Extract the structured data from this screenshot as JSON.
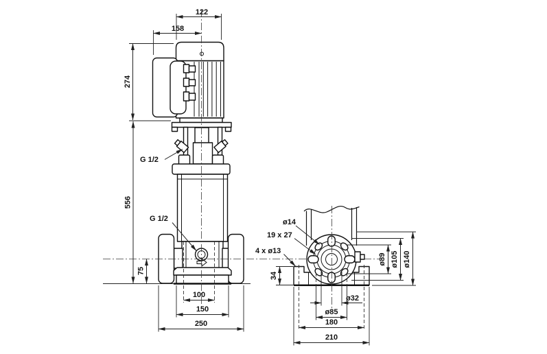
{
  "drawing": {
    "type": "dimensional-outline-drawing",
    "colors": {
      "line": "#111111",
      "dim": "#222222",
      "background": "#ffffff"
    },
    "left": {
      "dim_motor_width": "122",
      "dim_motor_offset": "158",
      "dim_motor_height": "274",
      "dim_pump_height": "556",
      "dim_port_height": "75",
      "dim_base_inner": "100",
      "dim_base_width": "150",
      "dim_port_to_port": "250",
      "label_vent_plug": "G 1/2",
      "label_drain_plug": "G 1/2"
    },
    "right": {
      "label_hole_dia": "ø14",
      "label_slot_size": "19 x 27",
      "label_base_holes": "4 x ø13",
      "dim_base_height": "34",
      "dim_shaft_bore": "ø32",
      "dim_seat_dia": "ø85",
      "dim_hole_spacing": "180",
      "dim_base_length": "210",
      "dim_face_dia": "ø89",
      "dim_bolt_circle": "ø105",
      "dim_flange_od": "ø140"
    }
  }
}
